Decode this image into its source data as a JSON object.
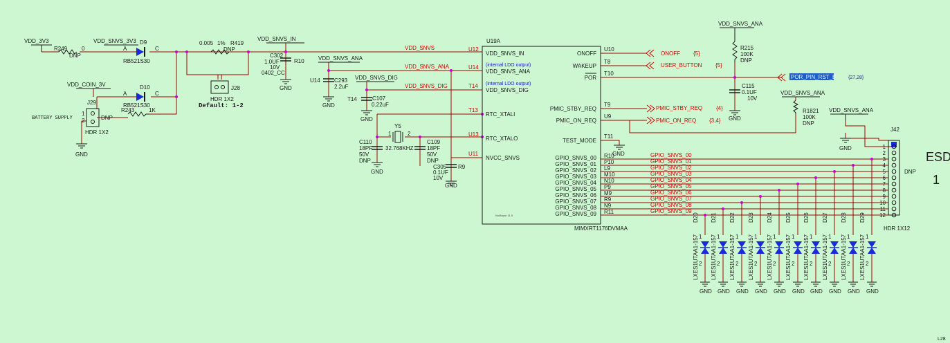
{
  "power_labels": {
    "vdd_3v3": "VDD_3V3",
    "vdd_snvs_3v3": "VDD_SNVS_3V3",
    "vdd_snvs_in": "VDD_SNVS_IN",
    "vdd_coin_3v": "VDD_COIN_3V",
    "vdd_snvs_ana": "VDD_SNVS_ANA",
    "vdd_snvs_dig": "VDD_SNVS_DIG"
  },
  "left_parts": {
    "r249": "R249",
    "r249_val": "0",
    "r249_dnp": "DNP",
    "d9": "D9",
    "d9_part": "RB521S30",
    "d10": "D10",
    "d10_part": "RB521S30",
    "anode": "A",
    "cathode": "C",
    "r419": "R419",
    "r419_val": "0.005",
    "r419_tol": "1%",
    "r419_dnp": "DNP",
    "r243": "R243",
    "r243_val": "1K",
    "c302": "C302",
    "c302_val": "1.0UF",
    "c302_v": "10V",
    "c302_pkg": "0402_CC",
    "r10": "R10",
    "j28": "J28",
    "j28_part": "HDR 1X2",
    "default": "Default: 1-2",
    "j29": "J29",
    "j29_part": "HDR 1X2",
    "j29_dnp": "DNP",
    "battery": "BATTERY SUPPLY",
    "pin1": "1",
    "pin2": "2",
    "gnd": "GND",
    "u14_a": "U14",
    "c293": "C293",
    "c293_val": "2.2uF",
    "u14_b": "T14",
    "c107": "C107",
    "c107_val": "0.22uF",
    "y5": "Y5",
    "y5_val": "32.768KHZ",
    "c110": "C110",
    "c110_val": "18PF",
    "c110_v": "50V",
    "c110_dnp": "DNP",
    "c109": "C109",
    "c109_val": "18PF",
    "c109_v": "50V",
    "c109_dnp": "DNP",
    "c305": "C305",
    "c305_val": "0.1UF",
    "c305_v": "10V",
    "r9": "R9"
  },
  "nets": {
    "vdd_snvs": "VDD_SNVS",
    "vdd_snvs_ana": "VDD_SNVS_ANA",
    "vdd_snvs_dig": "VDD_SNVS_DIG"
  },
  "chip": {
    "ref": "U19A",
    "part": "MIMXRT1176DVMAA",
    "small": "NotAnym 11.5",
    "ldo_note_1": "(internal LDO output)",
    "ldo_note_2": "(internal LDO output)",
    "left_pins": [
      {
        "num": "U12",
        "name": "VDD_SNVS_IN"
      },
      {
        "num": "U14",
        "name": "VDD_SNVS_ANA"
      },
      {
        "num": "T14",
        "name": "VDD_SNVS_DIG"
      },
      {
        "num": "T13",
        "name": "RTC_XTALI"
      },
      {
        "num": "U13",
        "name": "RTC_XTALO"
      },
      {
        "num": "U11",
        "name": "NVCC_SNVS"
      }
    ],
    "right_pins": [
      {
        "num": "U10",
        "name": "ONOFF"
      },
      {
        "num": "T8",
        "name": "WAKEUP"
      },
      {
        "num": "T10",
        "name": "POR"
      },
      {
        "num": "T9",
        "name": "PMIC_STBY_REQ"
      },
      {
        "num": "U9",
        "name": "PMIC_ON_REQ"
      },
      {
        "num": "T11",
        "name": "TEST_MODE"
      }
    ],
    "gpio_pins": [
      {
        "num": "R10",
        "name": "GPIO_SNVS_00",
        "net": "GPIO_SNVS_00"
      },
      {
        "num": "P10",
        "name": "GPIO_SNVS_01",
        "net": "GPIO_SNVS_01"
      },
      {
        "num": "L9",
        "name": "GPIO_SNVS_02",
        "net": "GPIO_SNVS_02"
      },
      {
        "num": "M10",
        "name": "GPIO_SNVS_03",
        "net": "GPIO_SNVS_03"
      },
      {
        "num": "N10",
        "name": "GPIO_SNVS_04",
        "net": "GPIO_SNVS_04"
      },
      {
        "num": "P9",
        "name": "GPIO_SNVS_05",
        "net": "GPIO_SNVS_05"
      },
      {
        "num": "M9",
        "name": "GPIO_SNVS_06",
        "net": "GPIO_SNVS_06"
      },
      {
        "num": "R9",
        "name": "GPIO_SNVS_07",
        "net": "GPIO_SNVS_07"
      },
      {
        "num": "N9",
        "name": "GPIO_SNVS_08",
        "net": "GPIO_SNVS_08"
      },
      {
        "num": "R11",
        "name": "GPIO_SNVS_09",
        "net": "GPIO_SNVS_09"
      }
    ]
  },
  "right_nets": {
    "onoff": "ONOFF",
    "onoff_ref": "{5}",
    "user_button": "USER_BUTTON",
    "user_button_ref": "{5}",
    "por": "POR_PIN_RST_B",
    "por_ref": "{27,28}",
    "pmic_stby": "PMIC_STBY_REQ",
    "pmic_stby_ref": "{4}",
    "pmic_on": "PMIC_ON_REQ",
    "pmic_on_ref": "{3,4}",
    "test_gnd": "GND"
  },
  "right_parts": {
    "vdd_snvs_ana": "VDD_SNVS_ANA",
    "r215": "R215",
    "r215_val": "100K",
    "r215_dnp": "DNP",
    "c115": "C115",
    "c115_val": "0.1UF",
    "c115_v": "10V",
    "r1821": "R1821",
    "r1821_val": "100K",
    "r1821_dnp": "DNP",
    "j42": "J42",
    "j42_part": "HDR 1X12",
    "j42_dnp": "DNP",
    "esd": "ESD",
    "big_digit": "1",
    "corner": "L28",
    "gnd": "GND"
  },
  "header_pins": [
    "1",
    "2",
    "3",
    "4",
    "5",
    "6",
    "7",
    "8",
    "9",
    "10",
    "11",
    "12"
  ],
  "tvs": {
    "refs": [
      "D20",
      "D21",
      "D22",
      "D23",
      "D24",
      "D25",
      "D26",
      "D27",
      "D28",
      "D29"
    ],
    "part": "LXES1UTAA1-157",
    "pin1": "1",
    "pin2": "2",
    "gnd": "GND"
  },
  "colors": {
    "background": "#cdf7d1",
    "wire": "#a00000",
    "net_text": "#d40000",
    "junction": "#d000d0",
    "part": "#1a1a1a",
    "tvs_fill": "#1a2ad8",
    "highlight": "#1d5ec8"
  }
}
